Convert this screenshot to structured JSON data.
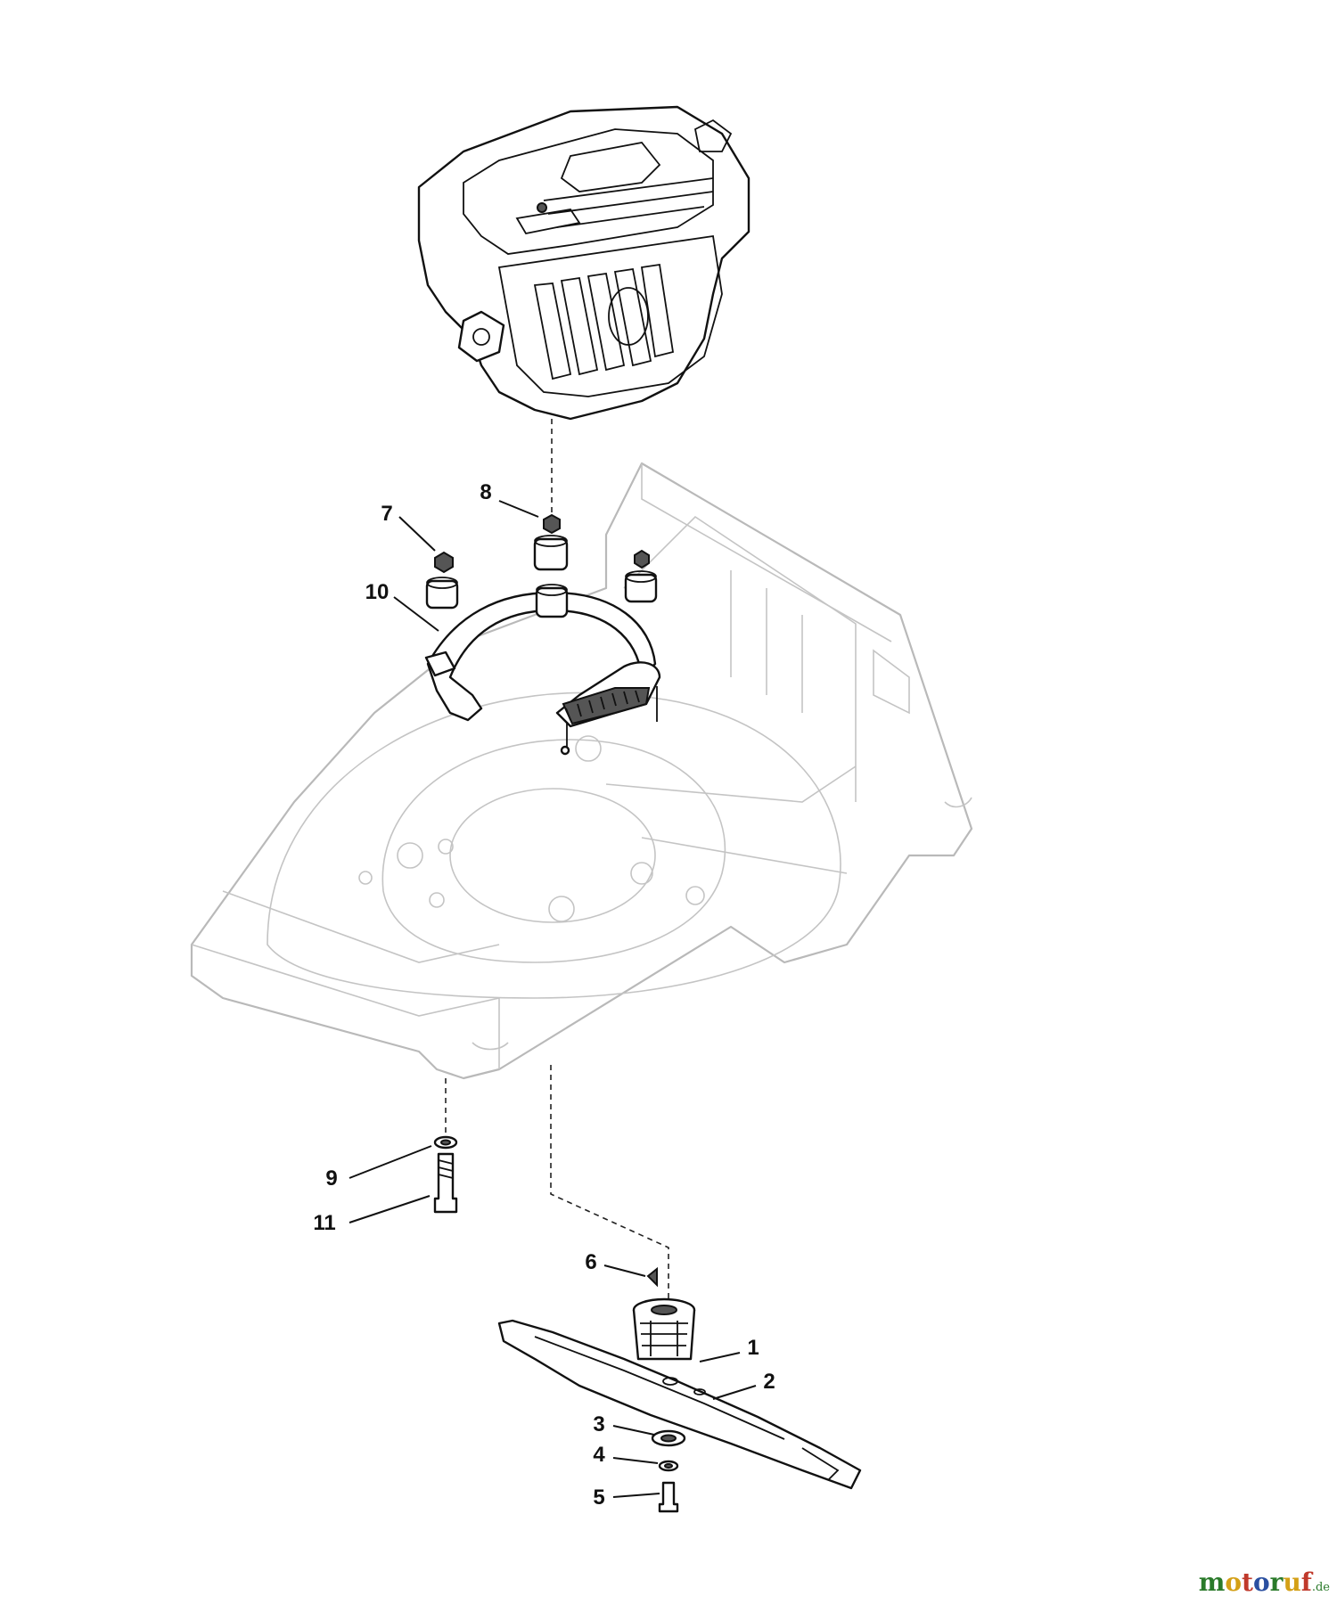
{
  "callouts": [
    {
      "id": "1",
      "label": "1"
    },
    {
      "id": "2",
      "label": "2"
    },
    {
      "id": "3",
      "label": "3"
    },
    {
      "id": "4",
      "label": "4"
    },
    {
      "id": "5",
      "label": "5"
    },
    {
      "id": "6",
      "label": "6"
    },
    {
      "id": "7",
      "label": "7"
    },
    {
      "id": "8",
      "label": "8"
    },
    {
      "id": "9",
      "label": "9"
    },
    {
      "id": "10",
      "label": "10"
    },
    {
      "id": "11",
      "label": "11"
    }
  ],
  "watermark": {
    "letters": [
      "m",
      "o",
      "t",
      "o",
      "r",
      "u",
      "f"
    ],
    "letter_colors": [
      "#2a7a2a",
      "#d4a017",
      "#c0392b",
      "#2a4fa0",
      "#2a7a2a",
      "#d4a017",
      "#c0392b"
    ],
    "tld": ".de"
  }
}
